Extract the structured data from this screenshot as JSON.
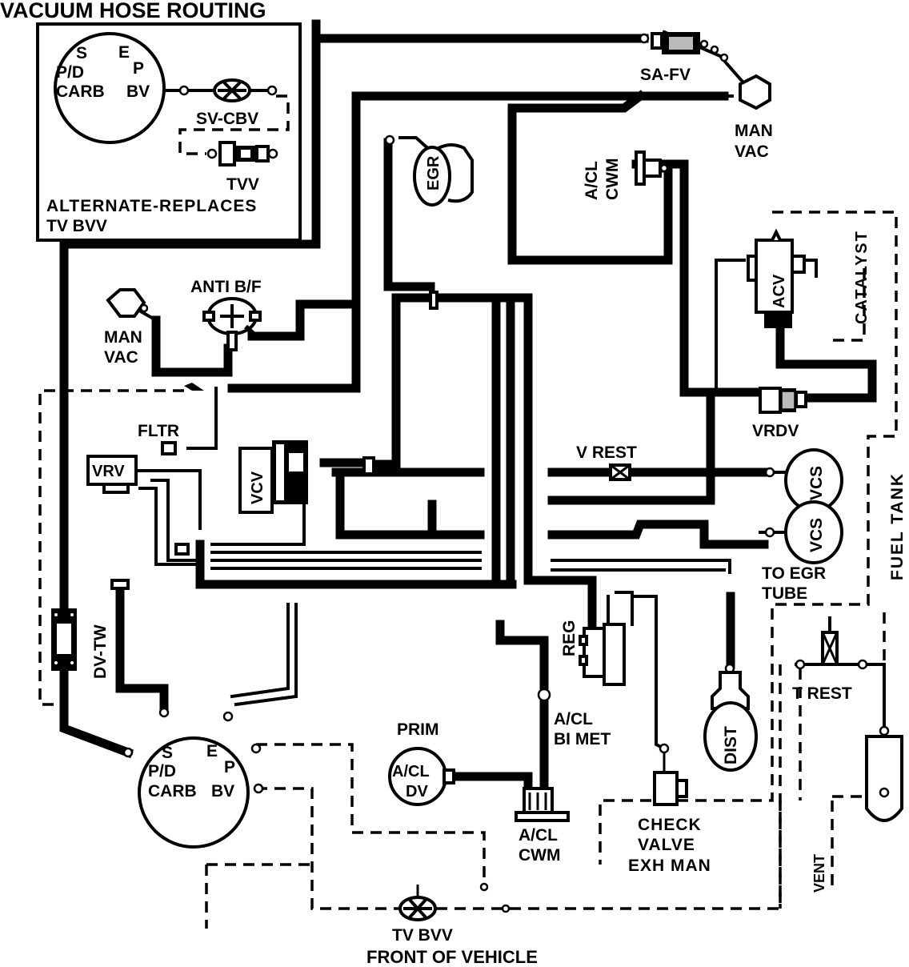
{
  "title": "VACUUM HOSE ROUTING",
  "bottom_caption": "FRONT OF VEHICLE",
  "inset": {
    "carb_labels": [
      "S",
      "E",
      "P",
      "P/D",
      "CARB",
      "BV"
    ],
    "sv_cbv": "SV-CBV",
    "tvv": "TVV",
    "alternate_line1": "ALTERNATE-REPLACES",
    "alternate_line2": "TV BVV"
  },
  "components": {
    "sa_fv": "SA-FV",
    "man_vac_top_line1": "MAN",
    "man_vac_top_line2": "VAC",
    "egr": "EGR",
    "acl_cwm_top_line1": "A/CL",
    "acl_cwm_top_line2": "CWM",
    "catalyst": "CATALYST",
    "acv": "ACV",
    "anti_bf": "ANTI B/F",
    "man_vac_left_line1": "MAN",
    "man_vac_left_line2": "VAC",
    "fltr": "FLTR",
    "vrv": "VRV",
    "vcv": "VCV",
    "vrdv": "VRDV",
    "v_rest": "V REST",
    "vcs_upper": "VCS",
    "vcs_lower": "VCS",
    "fuel_tank": "FUEL TANK",
    "to_egr_tube_line1": "TO EGR",
    "to_egr_tube_line2": "TUBE",
    "dv_tw": "DV-TW",
    "reg": "REG",
    "acl_bimet_line1": "A/CL",
    "acl_bimet_line2": "BI MET",
    "prim": "PRIM",
    "acl_dv_line1": "A/CL",
    "acl_dv_line2": "DV",
    "acl_cwm_bottom_line1": "A/CL",
    "acl_cwm_bottom_line2": "CWM",
    "check_valve_line1": "CHECK",
    "check_valve_line2": "VALVE",
    "check_valve_line3": "EXH MAN",
    "dist": "DIST",
    "t_rest": "T REST",
    "vent": "VENT",
    "tv_bvv": "TV BVV",
    "carb_main_labels": [
      "S",
      "E",
      "P",
      "P/D",
      "CARB",
      "BV"
    ]
  }
}
